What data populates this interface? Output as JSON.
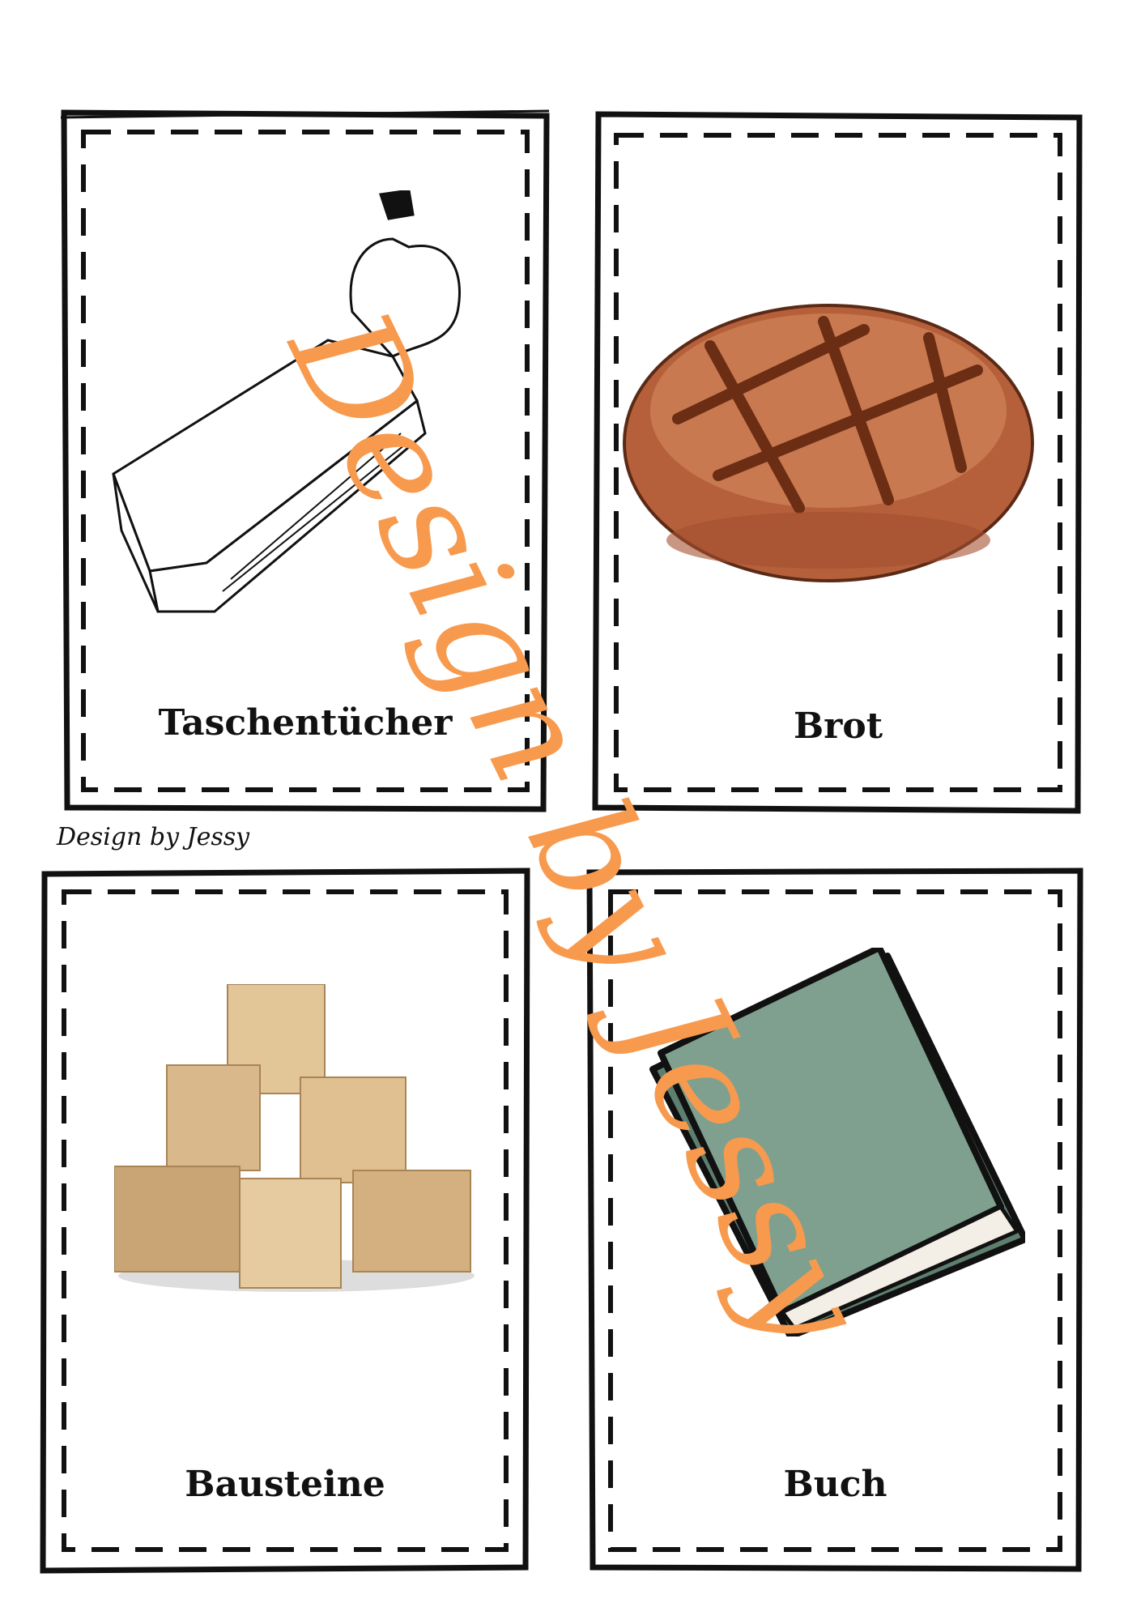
{
  "cards": [
    {
      "label": "Taschentücher",
      "image": "tissue-pack"
    },
    {
      "label": "Brot",
      "image": "bread"
    },
    {
      "label": "Bausteine",
      "image": "wooden-blocks"
    },
    {
      "label": "Buch",
      "image": "book"
    }
  ],
  "watermark": {
    "large": "Design by Jessy",
    "small": "Design by Jessy"
  },
  "colors": {
    "watermark": "#f79a4e",
    "bread": "#b5603a",
    "book": "#7fa08f",
    "blocks": "#d9b98c"
  }
}
